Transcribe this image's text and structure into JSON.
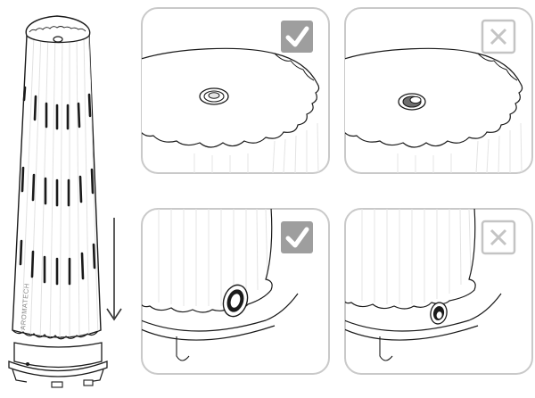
{
  "device": {
    "brand": "AROMATECH"
  },
  "panels": [
    {
      "id": "top-correct",
      "status": "correct",
      "badge_icon": "check-icon",
      "badge_color": "#9e9e9e"
    },
    {
      "id": "top-incorrect",
      "status": "incorrect",
      "badge_icon": "cross-icon",
      "badge_color": "#c4c4c4"
    },
    {
      "id": "bottom-correct",
      "status": "correct",
      "badge_icon": "check-icon",
      "badge_color": "#9e9e9e"
    },
    {
      "id": "bottom-incorrect",
      "status": "incorrect",
      "badge_icon": "cross-icon",
      "badge_color": "#c4c4c4"
    }
  ],
  "colors": {
    "line": "#1a1a1a",
    "panel_border": "#c9c9c9",
    "rib": "#e4e4e4",
    "slot": "#1a1a1a",
    "arrow": "#333333"
  }
}
